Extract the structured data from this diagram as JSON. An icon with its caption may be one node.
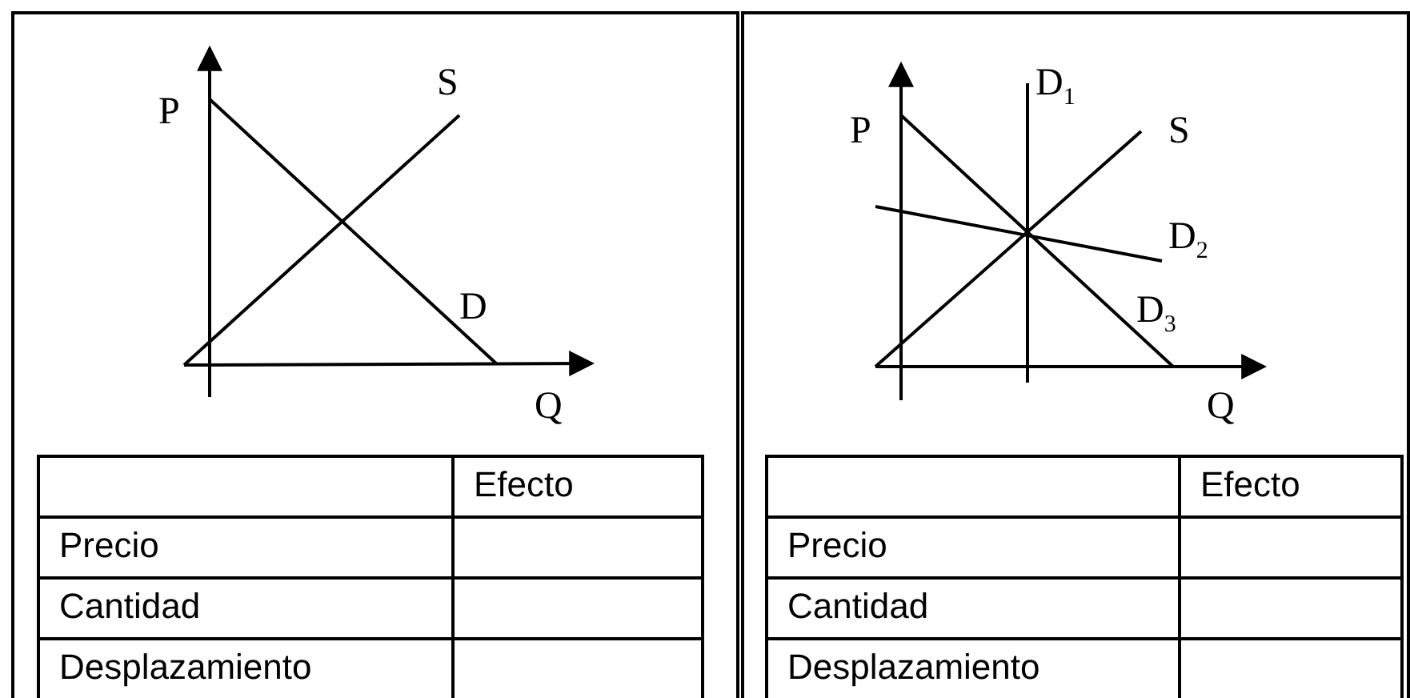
{
  "diagram": {
    "labels": [
      "P",
      "S",
      "D",
      "Q",
      "Efecto",
      "Precio",
      "Cantidad",
      "Desplazamiento",
      "D$_{1}$",
      "P",
      "S",
      "D$_{2}$",
      "D$_{3}$",
      "Q",
      "Efecto",
      "Precio",
      "Cantidad",
      "Desplazamiento"
    ]
  }
}
